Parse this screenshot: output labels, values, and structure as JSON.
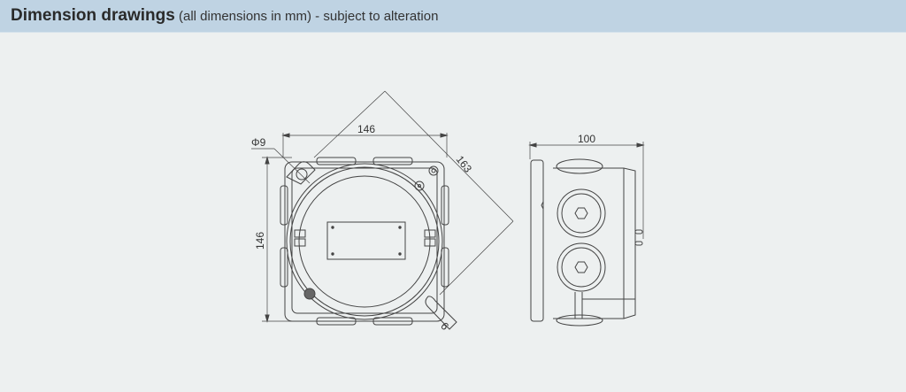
{
  "header": {
    "title": "Dimension drawings",
    "subtitle": " (all dimensions in mm) - subject to alteration"
  },
  "front_view": {
    "width_label": "146",
    "height_label": "146",
    "diagonal_label": "163",
    "hole_label": "Φ9",
    "slot_label": "9"
  },
  "side_view": {
    "depth_label": "100"
  },
  "colors": {
    "header_bg": "#bfd3e3",
    "page_bg": "#edf0f0",
    "line": "#444444"
  }
}
